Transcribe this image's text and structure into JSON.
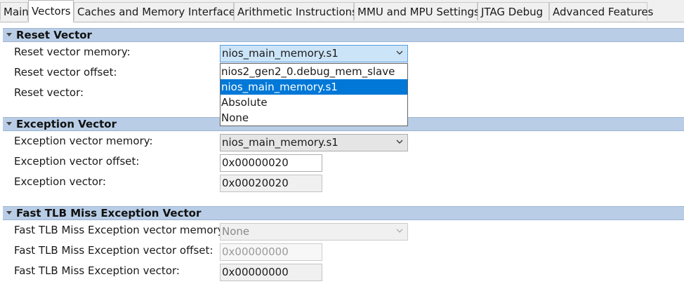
{
  "tabs": [
    {
      "label": "Main"
    },
    {
      "label": "Vectors",
      "active": true
    },
    {
      "label": "Caches and Memory Interfaces"
    },
    {
      "label": "Arithmetic Instructions"
    },
    {
      "label": "MMU and MPU Settings"
    },
    {
      "label": "JTAG Debug"
    },
    {
      "label": "Advanced Features"
    }
  ],
  "reset": {
    "title": "Reset Vector",
    "memory_label": "Reset vector memory:",
    "memory_value": "nios_main_memory.s1",
    "offset_label": "Reset vector offset:",
    "vector_label": "Reset vector:"
  },
  "dropdown": {
    "options": [
      "nios2_gen2_0.debug_mem_slave",
      "nios_main_memory.s1",
      "Absolute",
      "None"
    ],
    "selected_index": 1
  },
  "exception": {
    "title": "Exception Vector",
    "memory_label": "Exception vector memory:",
    "memory_value": "nios_main_memory.s1",
    "offset_label": "Exception vector offset:",
    "offset_value": "0x00000020",
    "vector_label": "Exception vector:",
    "vector_value": "0x00020020"
  },
  "fast_tlb": {
    "title": "Fast TLB Miss Exception Vector",
    "memory_label": "Fast TLB Miss Exception vector memory:",
    "memory_value": "None",
    "offset_label": "Fast TLB Miss Exception vector offset:",
    "offset_value": "0x00000000",
    "vector_label": "Fast TLB Miss Exception vector:",
    "vector_value": "0x00000000"
  },
  "icons": {
    "dropdown_arrow": "chevron-down-icon",
    "section_toggle": "collapse-triangle-icon"
  },
  "colors": {
    "section_header": "#b9cee6",
    "selection": "#0078d7",
    "combo_focus": "#cce4f7"
  }
}
